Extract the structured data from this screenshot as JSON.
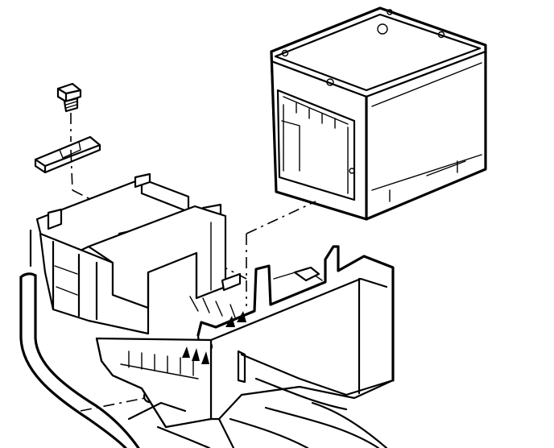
{
  "diagram": {
    "type": "exploded-assembly-line-drawing",
    "labels": [],
    "parts": [
      {
        "name": "battery",
        "icon": "battery-icon"
      },
      {
        "name": "bolt",
        "icon": "bolt-icon"
      },
      {
        "name": "hold-down-retainer",
        "icon": "retainer-icon"
      },
      {
        "name": "battery-tray",
        "icon": "tray-icon"
      },
      {
        "name": "battery-box",
        "icon": "box-icon"
      },
      {
        "name": "hose",
        "icon": "hose-icon"
      }
    ],
    "colors": {
      "line": "#000000",
      "background": "#ffffff"
    }
  }
}
